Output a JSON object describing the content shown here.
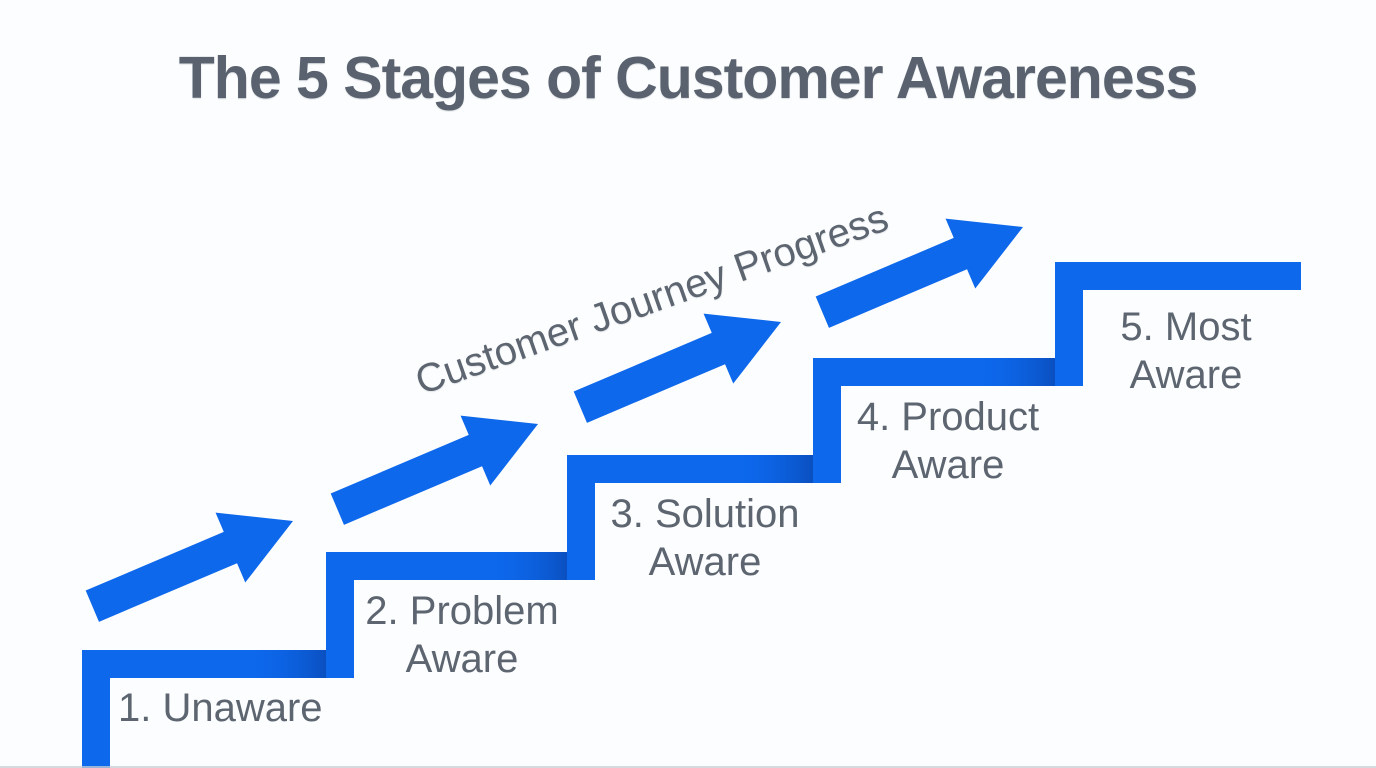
{
  "title": "The 5 Stages of Customer Awareness",
  "diagram": {
    "journey_label": "Customer Journey Progress",
    "stages": [
      {
        "line1": "1. Unaware",
        "line2": ""
      },
      {
        "line1": "2. Problem",
        "line2": "Aware"
      },
      {
        "line1": "3. Solution",
        "line2": "Aware"
      },
      {
        "line1": "4. Product",
        "line2": "Aware"
      },
      {
        "line1": "5. Most",
        "line2": "Aware"
      }
    ],
    "arrow_count": 4,
    "colors": {
      "step_blue": "#0d68ec",
      "step_junction_dark": "#0a4bb8",
      "label_gray": "#5d6570",
      "title_gray": "#59626e",
      "background": "#fcfdfe"
    }
  }
}
